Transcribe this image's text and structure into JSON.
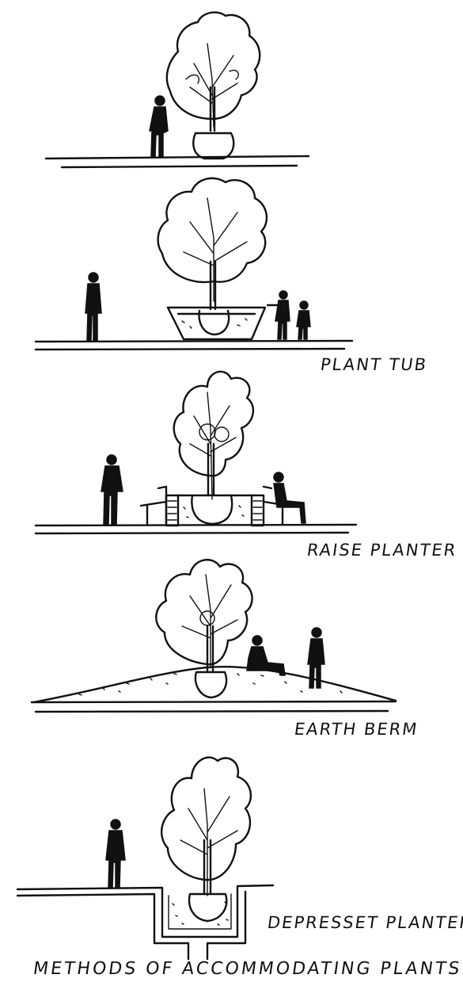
{
  "labels": {
    "plant_tub": "PLANT TUB",
    "raise_planter": "RAISE PLANTER",
    "earth_berm": "EARTH BERM",
    "depressed_planter": "DEPRESSET PLANTER",
    "caption": "METHODS OF ACCOMMODATING PLANTS"
  },
  "colors": {
    "ink": "#111111",
    "paper": "#ffffff"
  }
}
